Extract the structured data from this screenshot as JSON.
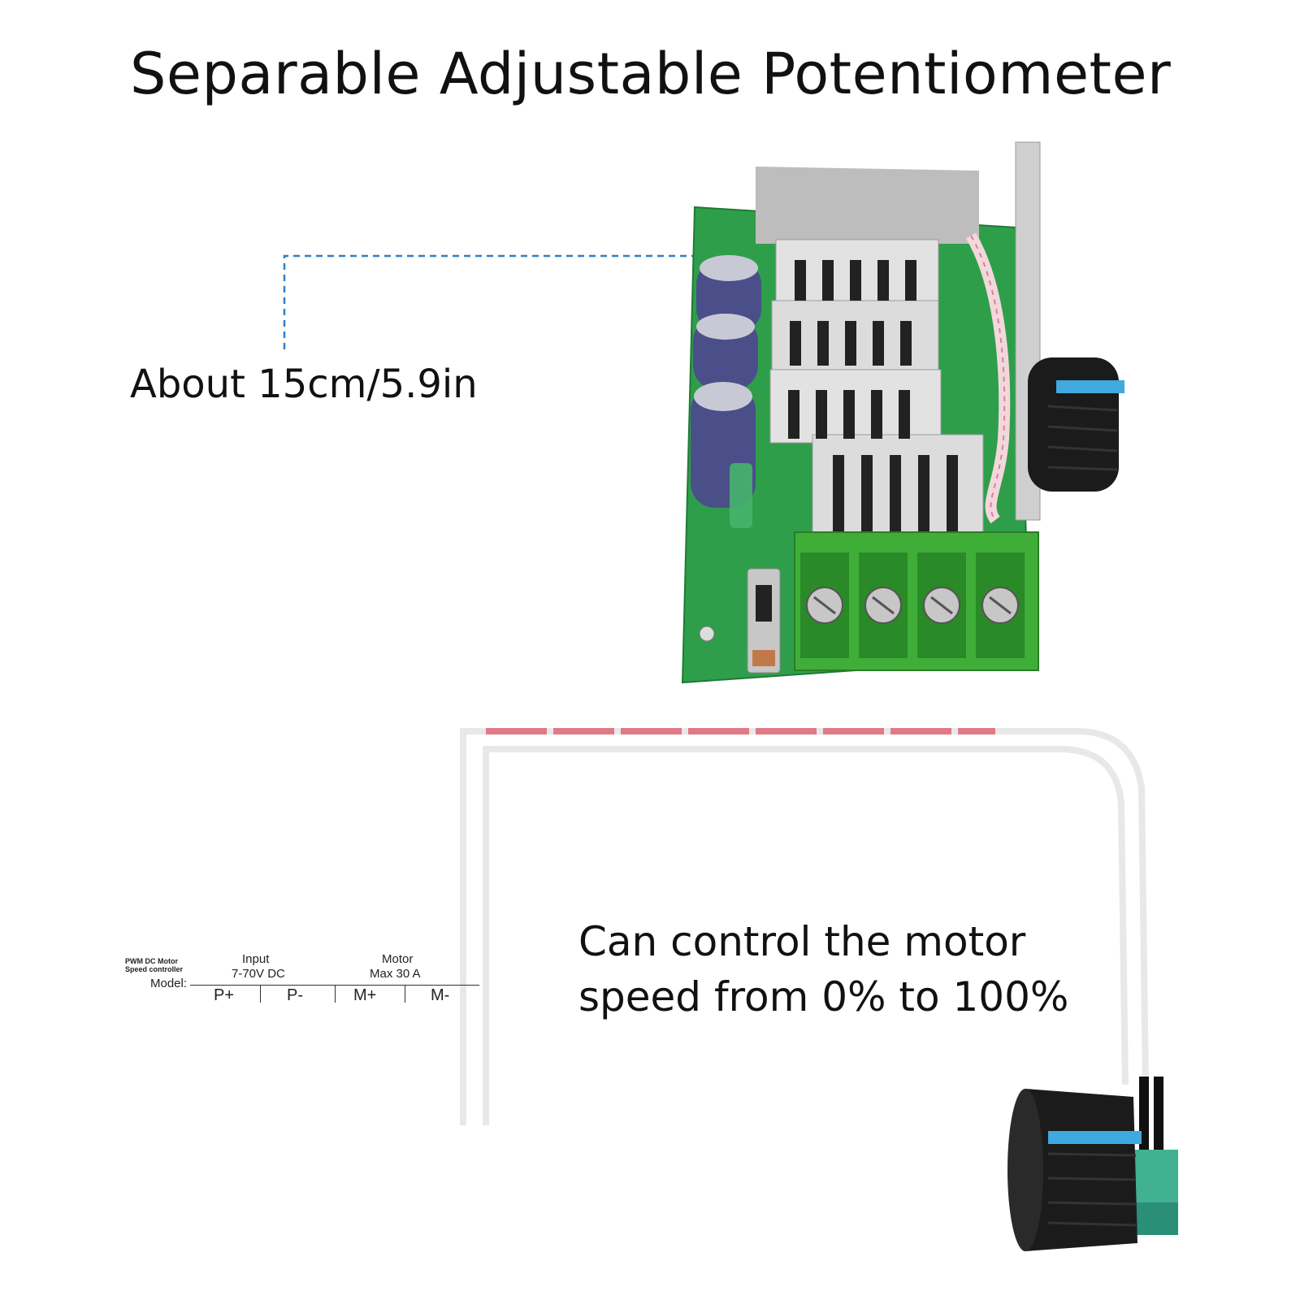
{
  "title": "Separable Adjustable Potentiometer",
  "cable_length": "About 15cm/5.9in",
  "caption": {
    "line1": "Can control the motor",
    "line2": "speed from 0% to 100%"
  },
  "label": {
    "product_line1": "PWM DC Motor",
    "product_line2": "Speed controller",
    "model": "Model:",
    "input_heading": "Input",
    "input_range": "7-70V DC",
    "motor_heading": "Motor",
    "motor_max": "Max  30  A",
    "terminals": [
      "P+",
      "P-",
      "M+",
      "M-"
    ]
  },
  "colors": {
    "pcb_green": "#2f9e4a",
    "terminal_green": "#3fae38",
    "heatsink": "#d8d8d8",
    "capacitor": "#4a4f8a",
    "knob": "#1b1b1b",
    "knob_stripe": "#3fa9e0",
    "wire_red": "#e07a86",
    "dashed_guide": "#2f7fc8"
  }
}
